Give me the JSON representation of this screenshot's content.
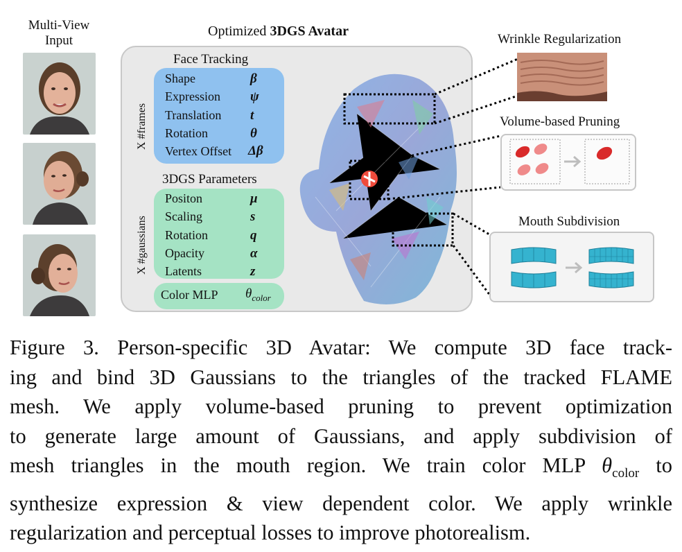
{
  "left": {
    "title_line1": "Multi-View",
    "title_line2": "Input"
  },
  "panel": {
    "title_prefix": "Optimized ",
    "title_bold": "3DGS Avatar",
    "face_tracking": {
      "title": "Face Tracking",
      "side_label": "X  #frames",
      "rows": [
        {
          "label": "Shape",
          "symbol": "β"
        },
        {
          "label": "Expression",
          "symbol": "ψ"
        },
        {
          "label": "Translation",
          "symbol": "t"
        },
        {
          "label": "Rotation",
          "symbol": "θ"
        },
        {
          "label": "Vertex Offset",
          "symbol": "Δβ"
        }
      ]
    },
    "gs_params": {
      "title": "3DGS Parameters",
      "side_label": "X  #gaussians",
      "rows": [
        {
          "label": "Positon",
          "symbol": "μ"
        },
        {
          "label": "Scaling",
          "symbol": "s"
        },
        {
          "label": "Rotation",
          "symbol": "q"
        },
        {
          "label": "Opacity",
          "symbol": "α"
        },
        {
          "label": "Latents",
          "symbol": "z"
        }
      ]
    },
    "color_mlp": {
      "label": "Color MLP",
      "symbol": "θ",
      "subscript": "color"
    }
  },
  "right": {
    "wrinkle_title": "Wrinkle Regularization",
    "pruning_title": "Volume-based Pruning",
    "mouth_title": "Mouth Subdivision"
  },
  "caption": {
    "lines": [
      "Figure 3. Person-specific 3D Avatar: We compute 3D face track-",
      "ing and bind 3D Gaussians to the triangles of the tracked FLAME",
      "mesh.  We apply volume-based pruning to prevent optimization",
      "to generate large amount of Gaussians, and apply subdivision of"
    ],
    "line5_prefix": "mesh triangles in the mouth region.  We train color MLP ",
    "line5_symbol": "θ",
    "line5_sub": "color",
    "line5_suffix": " to",
    "line6": "synthesize expression & view dependent color. We apply wrinkle",
    "line7": "regularization and perceptual losses to improve photorealism."
  },
  "colors": {
    "panel_bg": "#e9e9e9",
    "tracking_box": "#8fc1ef",
    "gs_box": "#a5e3c4",
    "gaussian_red": "#d92a2a"
  }
}
